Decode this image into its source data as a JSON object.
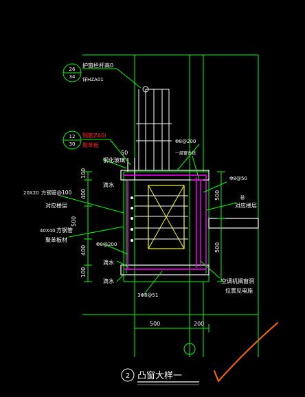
{
  "colors": {
    "background": "#000000",
    "line_green": "#00ff00",
    "line_white": "#ffffff",
    "line_magenta": "#ff00ff",
    "line_yellow": "#ffff00",
    "text_white": "#ffffff",
    "text_red": "#ff2020",
    "dim_cyan": "#00ffff",
    "mark_orange": "#ff6a00",
    "blue_accent": "#4060ff"
  },
  "callouts": {
    "top_bubble": {
      "top": "26",
      "bottom": "34"
    },
    "top_text": [
      "护窗栏杆高0",
      "详HZA01"
    ],
    "mid_bubble": {
      "top": "12",
      "bottom": "30"
    },
    "mid_text": [
      "钢筋ZA0I",
      "聚苯板"
    ]
  },
  "labels": {
    "l50": "50",
    "glass": "钢化玻璃",
    "rail_bar": "方钢管@100",
    "rail_size": "20X20",
    "align_floor": "对应楼层",
    "tube_size": "40X40",
    "tube": "方钢管",
    "slab_line": "聚苯板材",
    "top_bars": "Φ8@200",
    "water_stop": "滴水",
    "drip1": "滴水",
    "drip2": "滴水",
    "bot_bars": "Φ8@200",
    "bot_bars2": "3Φ8@51",
    "window_glass": "一层窗台线",
    "r_bars": "Φ8@50",
    "r_floor": "对应楼层",
    "r_floor_top": "砂",
    "ac_1": "空调机搁窗洞",
    "ac_2": "位置见电施"
  },
  "dims_left": [
    "100",
    "400",
    "500",
    "400",
    "100"
  ],
  "dims_right": [
    "500",
    "500"
  ],
  "dims_bottom": [
    "500",
    "200"
  ],
  "title": {
    "number": "2",
    "text": "凸窗大样一"
  }
}
